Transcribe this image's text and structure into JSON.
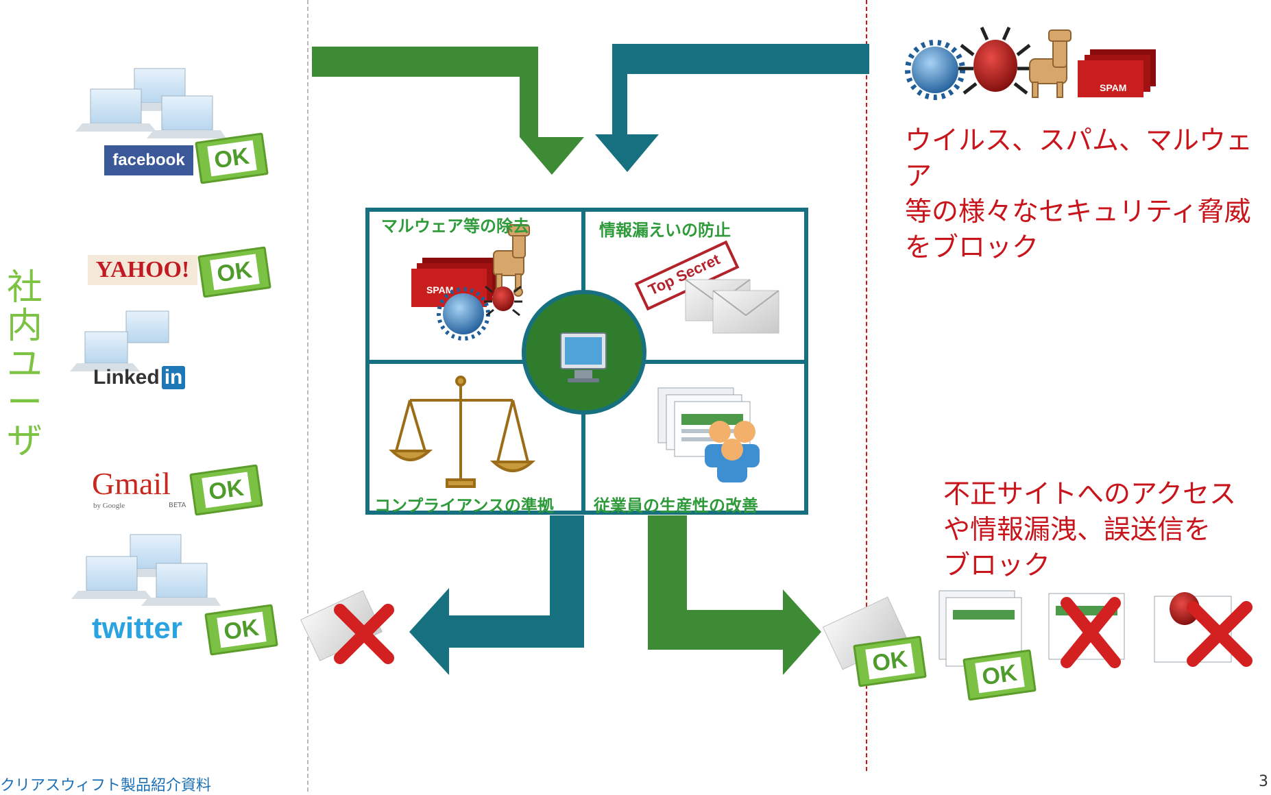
{
  "vertical_label": [
    "社",
    "内",
    "ユ",
    "ー",
    "ザ"
  ],
  "services": [
    {
      "name": "facebook",
      "status": "OK"
    },
    {
      "name": "YAHOO!",
      "status": "OK"
    },
    {
      "name": "Linked",
      "suffix": "in"
    },
    {
      "name": "Gmail",
      "sub1": "by Google",
      "sub2": "BETA",
      "status": "OK"
    },
    {
      "name": "twitter",
      "status": "OK"
    }
  ],
  "quadrants": {
    "top_left": "マルウェア等の除去",
    "top_right": "情報漏えいの防止",
    "bottom_left": "コンプライアンスの準拠",
    "bottom_right": "従業員の生産性の改善"
  },
  "threat_text": [
    "ウイルス、スパム、マルウェア",
    "等の様々なセキュリティ脅威",
    "をブロック"
  ],
  "access_text": [
    "不正サイトへのアクセス",
    "や情報漏洩、誤送信を",
    "ブロック"
  ],
  "image_labels": {
    "spam": "SPAM",
    "top_secret": "Top Secret",
    "ok": "OK"
  },
  "footer": "クリアスウィフト製品紹介資料",
  "page_number": "3",
  "colors": {
    "green": "#3d8c35",
    "teal": "#17707f",
    "red_text": "#c8141b",
    "user_green": "#7cc243"
  }
}
